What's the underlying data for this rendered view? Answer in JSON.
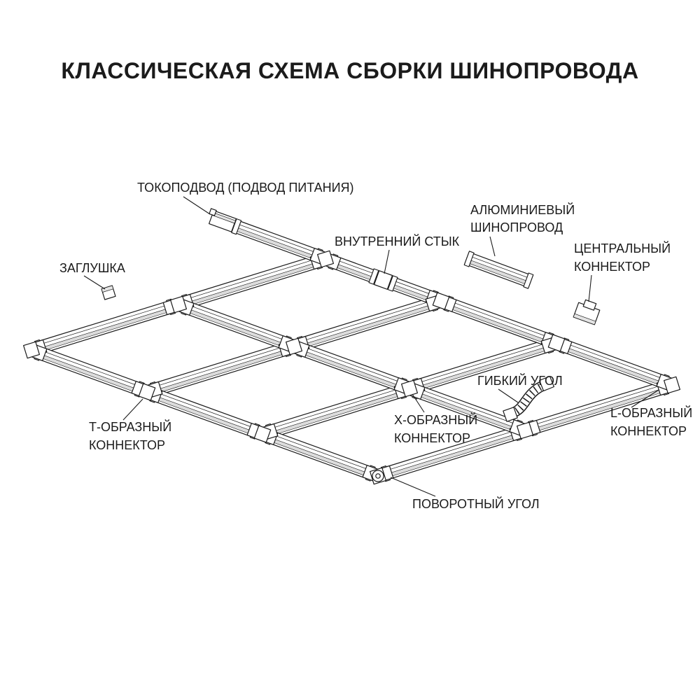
{
  "title": "КЛАССИЧЕСКАЯ СХЕМА СБОРКИ ШИНОПРОВОДА",
  "labels": {
    "power_feed": "ТОКОПОДВОД (ПОДВОД ПИТАНИЯ)",
    "end_cap": "ЗАГЛУШКА",
    "inner_joint": "ВНУТРЕННИЙ СТЫК",
    "aluminum_busbar": [
      "АЛЮМИНИЕВЫЙ",
      "ШИНОПРОВОД"
    ],
    "central_connector": [
      "ЦЕНТРАЛЬНЫЙ",
      "КОННЕКТОР"
    ],
    "flexible_corner": "ГИБКИЙ УГОЛ",
    "l_connector": [
      "L-ОБРАЗНЫЙ",
      "КОННЕКТОР"
    ],
    "t_connector": [
      "Т-ОБРАЗНЫЙ",
      "КОННЕКТОР"
    ],
    "x_connector": [
      "Х-ОБРАЗНЫЙ",
      "КОННЕКТОР"
    ],
    "rotary_corner": "ПОВОРОТНЫЙ УГОЛ"
  },
  "colors": {
    "ink": "#1b1b1b",
    "background": "#ffffff"
  }
}
